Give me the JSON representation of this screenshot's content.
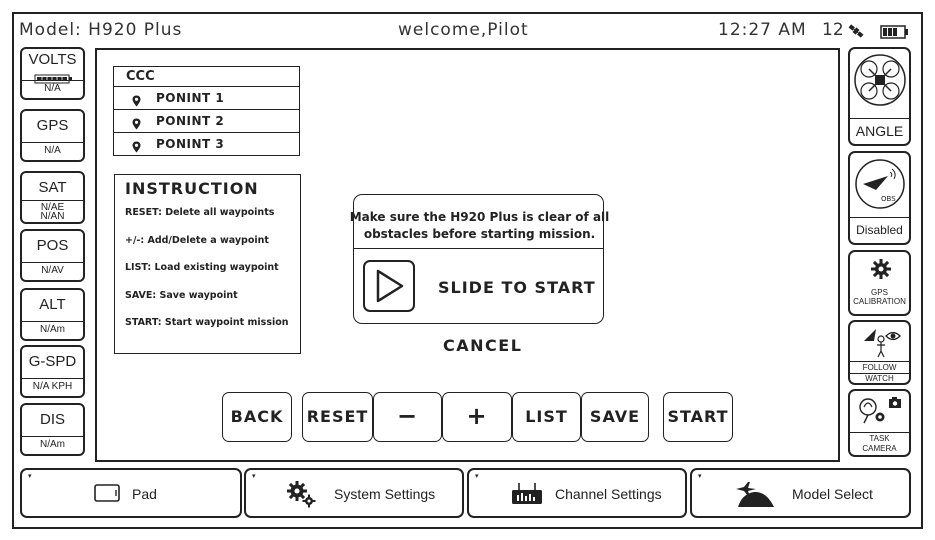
{
  "status": {
    "model": "Model: H920 Plus",
    "welcome": "welcome,Pilot",
    "time": "12:27 AM",
    "satellites": "12"
  },
  "left_tiles": [
    {
      "label": "VOLTS",
      "value": "N/A"
    },
    {
      "label": "GPS",
      "value": "N/A"
    },
    {
      "label": "SAT",
      "value_line1": "N/AE",
      "value_line2": "N/AN"
    },
    {
      "label": "POS",
      "value": "N/AV"
    },
    {
      "label": "ALT",
      "value": "N/Am"
    },
    {
      "label": "G-SPD",
      "value": "N/A KPH"
    },
    {
      "label": "DIS",
      "value": "N/Am"
    }
  ],
  "waypoints": {
    "title": "CCC",
    "items": [
      "PONINT 1",
      "PONINT 2",
      "PONINT 3"
    ]
  },
  "instruction": {
    "title": "INSTRUCTION",
    "lines": [
      "RESET: Delete all waypoints",
      "+/-: Add/Delete a waypoint",
      "LIST: Load existing waypoint",
      "SAVE: Save waypoint",
      "START: Start waypoint mission"
    ]
  },
  "dialog": {
    "message_line1": "Make sure the H920 Plus is clear of all",
    "message_line2": "obstacles before starting mission.",
    "slide_label": "SLIDE TO START",
    "cancel_label": "CANCEL"
  },
  "buttons": {
    "back": "BACK",
    "reset": "RESET",
    "minus": "−",
    "plus": "+",
    "list": "LIST",
    "save": "SAVE",
    "start": "START"
  },
  "right_tiles": {
    "angle": "ANGLE",
    "obs_icon_text": "OBS",
    "obs_state": "Disabled",
    "gps_cal_line1": "GPS",
    "gps_cal_line2": "CALIBRATION",
    "follow_line1": "FOLLOW",
    "follow_line2": "WATCH",
    "task_line1": "TASK",
    "task_line2": "CAMERA"
  },
  "tabs": [
    {
      "label": "Pad",
      "icon": "pad-icon"
    },
    {
      "label": "System Settings",
      "icon": "gears-icon"
    },
    {
      "label": "Channel Settings",
      "icon": "controller-icon"
    },
    {
      "label": "Model Select",
      "icon": "aircraft-icon"
    }
  ]
}
